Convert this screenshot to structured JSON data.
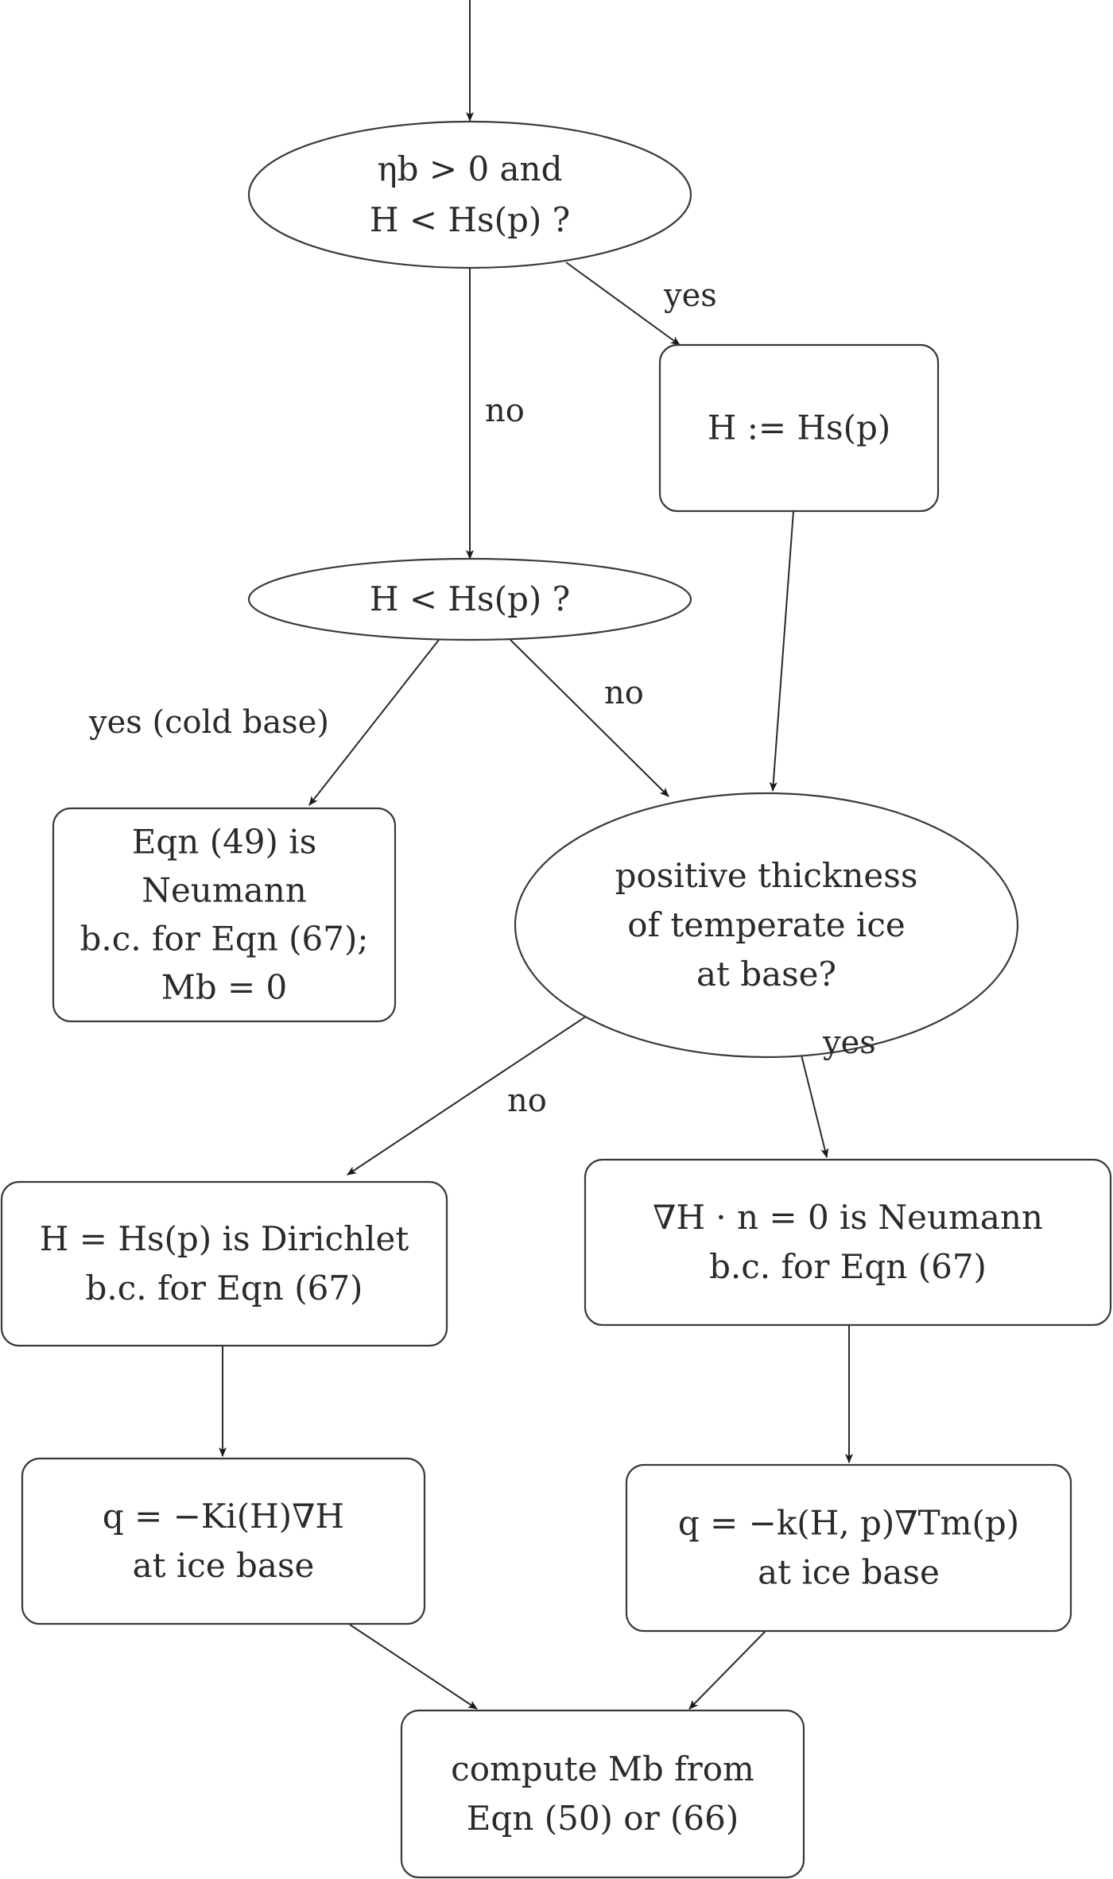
{
  "diagram": {
    "type": "flowchart",
    "nodes": [
      {
        "id": "q1",
        "shape": "ellipse",
        "lines": [
          "ηb > 0 and",
          "H < Hs(p) ?"
        ]
      },
      {
        "id": "set",
        "shape": "box",
        "lines": [
          "H := Hs(p)"
        ]
      },
      {
        "id": "q2",
        "shape": "ellipse",
        "lines": [
          "H < Hs(p) ?"
        ]
      },
      {
        "id": "cold",
        "shape": "box",
        "lines": [
          "Eqn  (49) is",
          "Neumann",
          "b.c. for Eqn (67);",
          "Mb = 0"
        ]
      },
      {
        "id": "q3",
        "shape": "ellipse",
        "lines": [
          "positive thickness",
          "of temperate ice",
          "at base?"
        ]
      },
      {
        "id": "dirichlet",
        "shape": "box",
        "lines": [
          "H = Hs(p) is Dirichlet",
          "b.c. for Eqn (67)"
        ]
      },
      {
        "id": "neumann",
        "shape": "box",
        "lines": [
          "∇H · n = 0 is Neumann",
          "b.c. for Eqn (67)"
        ]
      },
      {
        "id": "qcold",
        "shape": "box",
        "lines": [
          "q = −Ki(H)∇H",
          "at ice base"
        ]
      },
      {
        "id": "qtemp",
        "shape": "box",
        "lines": [
          "q = −k(H, p)∇Tm(p)",
          "at ice base"
        ]
      },
      {
        "id": "compute",
        "shape": "box",
        "lines": [
          "compute Mb from",
          "Eqn (50) or (66)"
        ]
      }
    ],
    "edges": [
      {
        "from": "start",
        "to": "q1",
        "label": ""
      },
      {
        "from": "q1",
        "to": "set",
        "label": "yes"
      },
      {
        "from": "q1",
        "to": "q2",
        "label": "no"
      },
      {
        "from": "set",
        "to": "q3",
        "label": ""
      },
      {
        "from": "q2",
        "to": "cold",
        "label": "yes (cold base)"
      },
      {
        "from": "q2",
        "to": "q3",
        "label": "no"
      },
      {
        "from": "q3",
        "to": "dirichlet",
        "label": "no"
      },
      {
        "from": "q3",
        "to": "neumann",
        "label": "yes"
      },
      {
        "from": "dirichlet",
        "to": "qcold",
        "label": ""
      },
      {
        "from": "neumann",
        "to": "qtemp",
        "label": ""
      },
      {
        "from": "qcold",
        "to": "compute",
        "label": ""
      },
      {
        "from": "qtemp",
        "to": "compute",
        "label": ""
      }
    ]
  }
}
